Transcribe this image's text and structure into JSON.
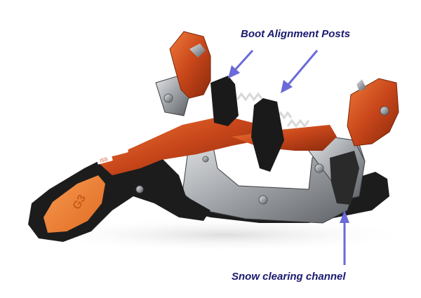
{
  "image": {
    "subject": "ski touring binding toe piece",
    "background": "#ffffff"
  },
  "annotations": [
    {
      "id": "boot-alignment-posts",
      "text": "Boot Alignment Posts",
      "arrow_count": 2
    },
    {
      "id": "snow-clearing-channel",
      "text": "Snow clearing channel",
      "arrow_count": 1
    }
  ],
  "colors": {
    "label_text": "#1a1a6e",
    "arrow": "#6a6ad8",
    "anodized_orange": "#d2501e",
    "orange_light": "#f08a3c",
    "black_plastic": "#1c1c1c",
    "steel": "#a8aaae"
  },
  "decals": {
    "side_tag": "ISS"
  }
}
